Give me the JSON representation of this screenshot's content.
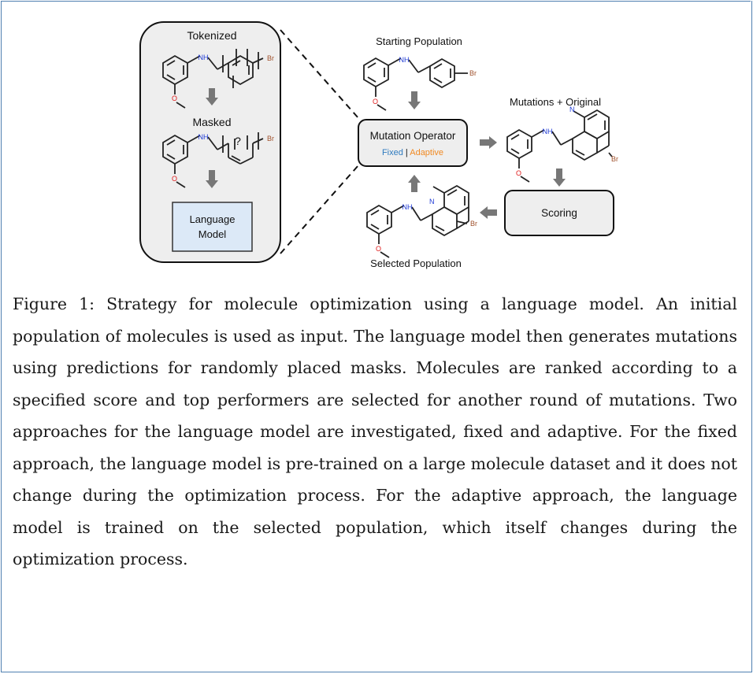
{
  "figure": {
    "labels": {
      "tokenized": "Tokenized",
      "masked": "Masked",
      "mask_token": "?",
      "language_model_line1": "Language",
      "language_model_line2": "Model",
      "starting_population": "Starting Population",
      "mutation_operator": "Mutation Operator",
      "fixed": "Fixed",
      "separator": "|",
      "adaptive": "Adaptive",
      "mutations_original": "Mutations + Original",
      "scoring": "Scoring",
      "selected_population": "Selected Population"
    },
    "atoms": {
      "nh": "NH",
      "br": "Br",
      "n": "N"
    },
    "colors": {
      "fixed": "#2f7bbf",
      "adaptive": "#f08a24",
      "nitrogen": "#1f3bd6",
      "oxygen": "#e01b1b",
      "bromine": "#a0522d",
      "arrow": "#777777",
      "panel_fill": "#eeeeee",
      "lm_fill": "#dce9f7",
      "frame": "#4f7fb0"
    }
  },
  "caption": "Figure 1: Strategy for molecule optimization using a language model. An initial population of molecules is used as input. The language model then generates mutations using predictions for randomly placed masks. Molecules are ranked according to a specified score and top performers are selected for another round of mutations. Two approaches for the language model are investigated, fixed and adaptive. For the fixed approach, the language model is pre-trained on a large molecule dataset and it does not change during the optimization process. For the adaptive approach, the language model is trained on the selected population, which itself changes during the optimization process."
}
